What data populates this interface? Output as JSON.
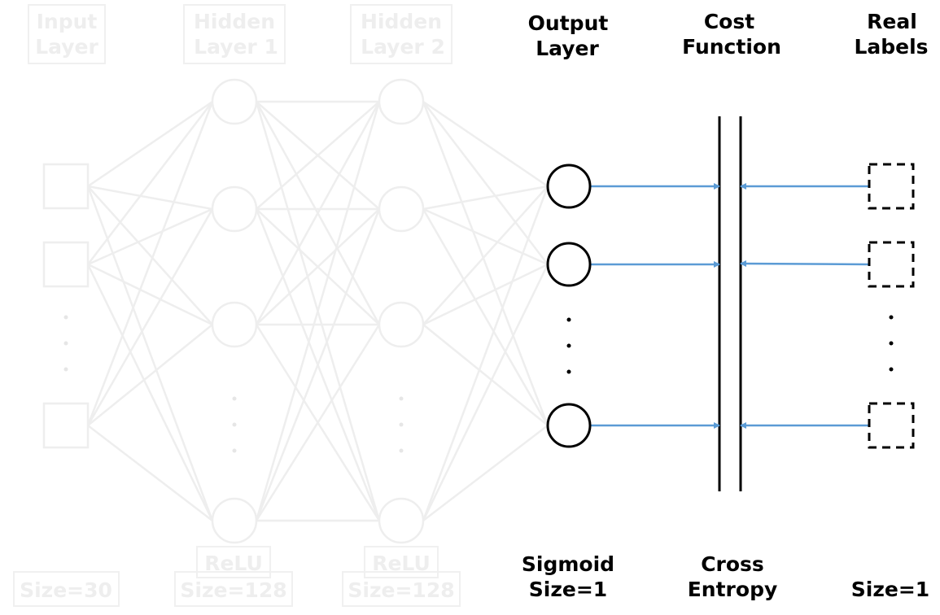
{
  "columns": {
    "input": {
      "title_line1": "Input",
      "title_line2": "Layer",
      "footer": "Size=30"
    },
    "hidden1": {
      "title_line1": "Hidden",
      "title_line2": "Layer 1",
      "activation": "ReLU",
      "footer": "Size=128"
    },
    "hidden2": {
      "title_line1": "Hidden",
      "title_line2": "Layer 2",
      "activation": "ReLU",
      "footer": "Size=128"
    },
    "output": {
      "title_line1": "Output",
      "title_line2": "Layer",
      "activation": "Sigmoid",
      "footer": "Size=1"
    },
    "cost": {
      "title_line1": "Cost",
      "title_line2": "Function",
      "footer_line1": "Cross",
      "footer_line2": "Entropy"
    },
    "labels": {
      "title_line1": "Real",
      "title_line2": "Labels",
      "footer": "Size=1"
    }
  },
  "colors": {
    "faded": "#eeeeee",
    "active": "#000000",
    "arrow": "#5b9bd5"
  }
}
